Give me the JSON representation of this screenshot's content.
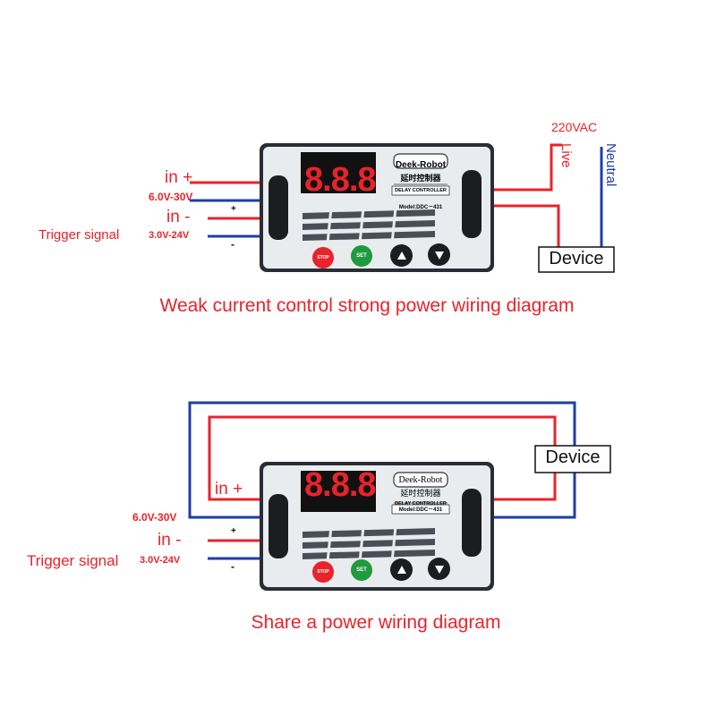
{
  "colors": {
    "positive": "#e8232b",
    "negative": "#1e3ea8",
    "module_panel": "#e9ecef",
    "display_bg": "#111111",
    "segment": "#e8232b"
  },
  "module": {
    "brand": "Deek-Robot",
    "chinese_name": "延时控制器",
    "product_name": "DELAY CONTROLLER",
    "model": "Model:DDC－431",
    "display": "8.8.8",
    "stop_label": "STOP",
    "set_label": "SET",
    "up_icon": "triangle-up-icon",
    "down_icon": "triangle-down-icon",
    "plus_mark": "+",
    "minus_mark": "-"
  },
  "diagram1": {
    "in_plus": "in +",
    "voltage_power": "6.0V-30V",
    "in_minus": "in -",
    "trigger": "Trigger signal",
    "voltage_trigger": "3.0V-24V",
    "ac_label": "220VAC",
    "live": "Live",
    "neutral": "Neutral",
    "device": "Device",
    "caption": "Weak current control strong power wiring diagram"
  },
  "diagram2": {
    "in_plus": "in +",
    "voltage_power": "6.0V-30V",
    "in_minus": "in -",
    "trigger": "Trigger signal",
    "voltage_trigger": "3.0V-24V",
    "device": "Device",
    "caption": "Share a power wiring diagram"
  }
}
